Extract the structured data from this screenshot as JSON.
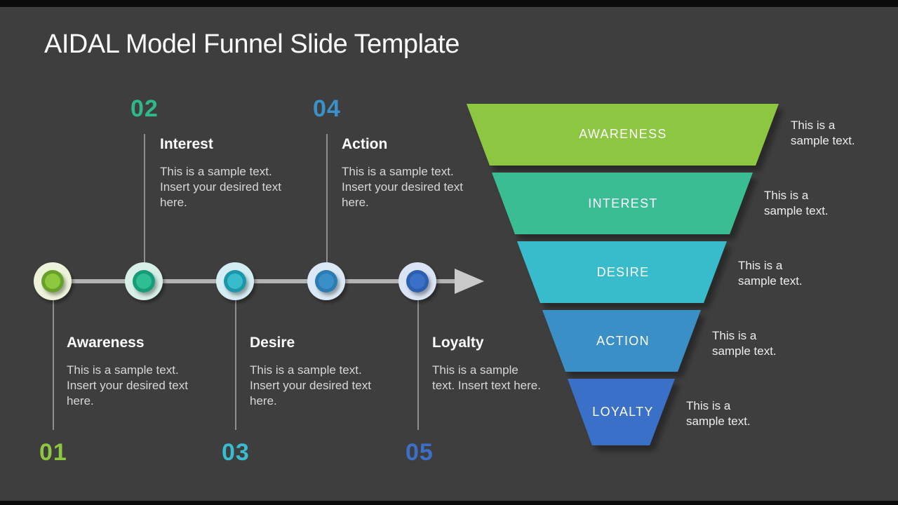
{
  "slide": {
    "title": "AIDAL Model Funnel Slide Template"
  },
  "timeline": {
    "steps": [
      {
        "number": "01",
        "label": "Awareness",
        "body": "This is a sample text. Insert your desired text here.",
        "number_color": "#8dc63f",
        "halo_color": "#edf3da",
        "ring_color": "#68a12a",
        "dot_color": "#8dc63f"
      },
      {
        "number": "02",
        "label": "Interest",
        "body": "This is a sample text. Insert your desired text here.",
        "number_color": "#2eb98b",
        "halo_color": "#d7efe6",
        "ring_color": "#179d78",
        "dot_color": "#2fbd92"
      },
      {
        "number": "03",
        "label": "Desire",
        "body": "This is a sample text. Insert your desired text here.",
        "number_color": "#39bcd0",
        "halo_color": "#d4edf2",
        "ring_color": "#1d96ab",
        "dot_color": "#38bccb"
      },
      {
        "number": "04",
        "label": "Action",
        "body": "This is a sample text. Insert your desired text here.",
        "number_color": "#3a90c8",
        "halo_color": "#dbe9f6",
        "ring_color": "#2b7cb1",
        "dot_color": "#3a8fc7"
      },
      {
        "number": "05",
        "label": "Loyalty",
        "body": "This is a sample text. Insert text here.",
        "number_color": "#3c70c8",
        "halo_color": "#dbe4f5",
        "ring_color": "#2f5fae",
        "dot_color": "#3b70c9"
      }
    ]
  },
  "funnel": {
    "stages": [
      {
        "label": "AWARENESS",
        "caption": "This is a\nsample text.",
        "color": "#8dc63f"
      },
      {
        "label": "INTEREST",
        "caption": "This is a\nsample text.",
        "color": "#3abd93"
      },
      {
        "label": "DESIRE",
        "caption": "This is a\nsample text.",
        "color": "#38bccb"
      },
      {
        "label": "ACTION",
        "caption": "This is a\nsample text.",
        "color": "#3a8fc7"
      },
      {
        "label": "LOYALTY",
        "caption": "This is a\nsample text.",
        "color": "#3b70c9"
      }
    ]
  },
  "colors": {
    "background": "#3e3e3e",
    "edge_bars": "#0b0b0b",
    "timeline_line": "#b3b3b3",
    "arrow": "#cacaca"
  }
}
